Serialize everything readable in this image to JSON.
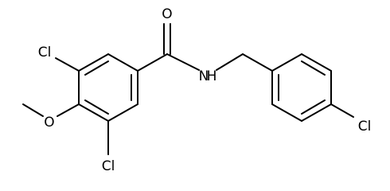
{
  "molecule": {
    "atoms": {
      "cl_top": "Cl",
      "cl_bottom": "Cl",
      "cl_right": "Cl",
      "oxygen_methoxy": "O",
      "oxygen_carbonyl": "O",
      "nitrogen": "N",
      "nh_hydrogen": "H"
    }
  },
  "colors": {
    "background": "#ffffff",
    "bond": "#000000",
    "label": "#000000"
  }
}
